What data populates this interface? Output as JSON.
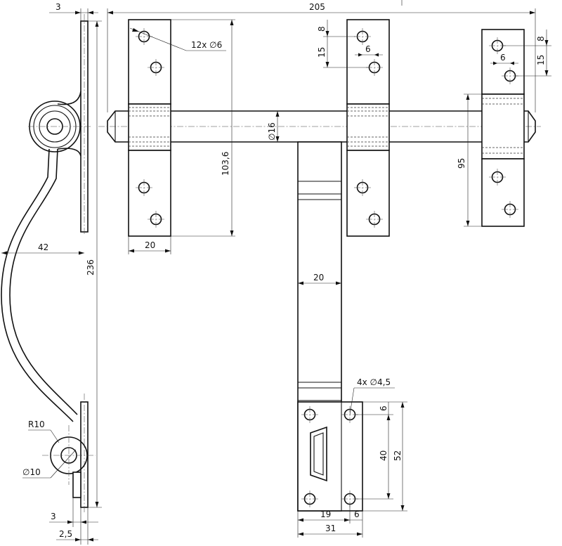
{
  "dimensions": {
    "thickness_top": "3",
    "overall_length": "205",
    "hole_count_diameter": "12x ∅6",
    "spacing_vertical_8": "8",
    "spacing_vertical_15": "15",
    "spacing_horizontal_6": "6",
    "rod_diameter": "∅16",
    "plate_height": "103,6",
    "strap_height": "95",
    "plate_width": "20",
    "handle_reach": "42",
    "overall_height": "236",
    "bar_width": "20",
    "small_holes": "4x ∅4,5",
    "keeper_hole_offset": "6",
    "keeper_hole_spacing": "40",
    "keeper_height": "52",
    "keeper_width_19": "19",
    "keeper_width_6": "6",
    "keeper_width_31": "31",
    "bend_radius": "R10",
    "pivot_diameter": "∅10",
    "thickness_bottom": "3",
    "thickness_small": "2,5"
  }
}
